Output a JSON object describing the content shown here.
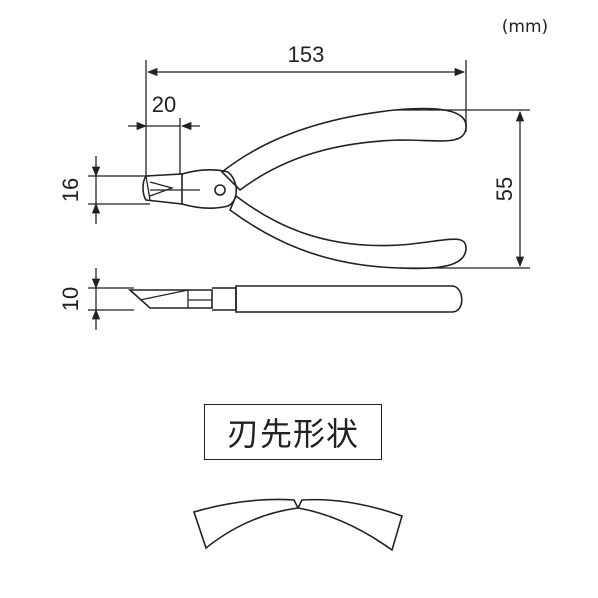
{
  "unit_label": "(mm)",
  "dimensions": {
    "overall_length": "153",
    "jaw_length": "20",
    "jaw_width": "16",
    "thickness": "10",
    "handle_spread": "55"
  },
  "caption": "刃先形状",
  "colors": {
    "line": "#222222",
    "background": "#ffffff"
  }
}
